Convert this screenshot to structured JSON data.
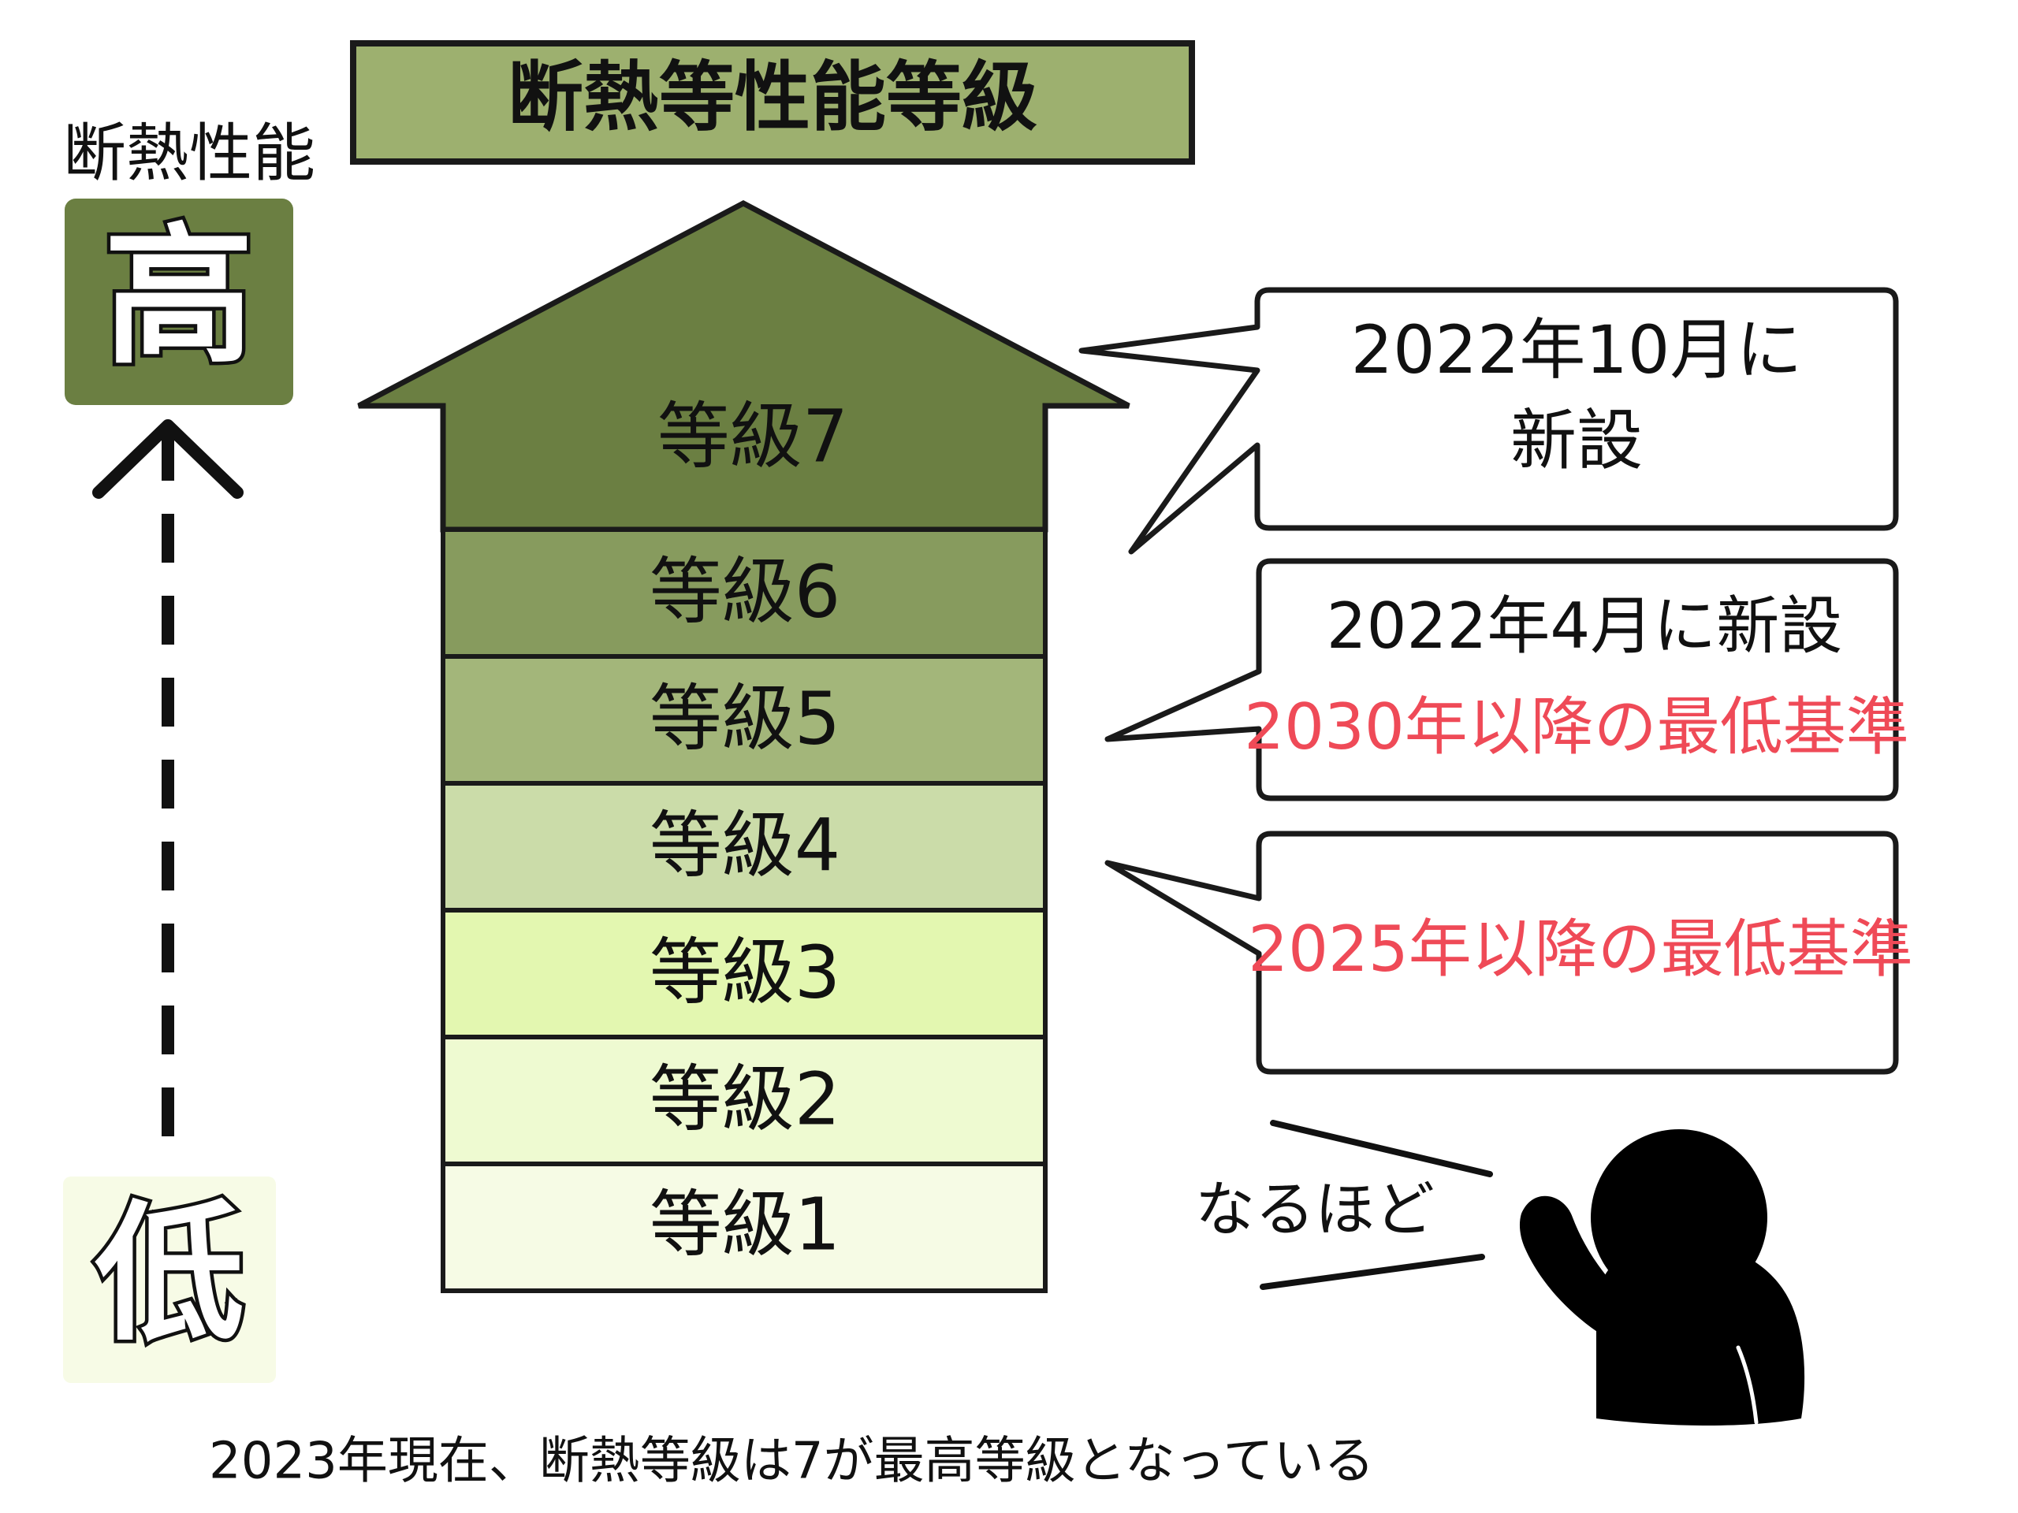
{
  "title": "断熱等性能等級",
  "axis": {
    "label": "断熱性能",
    "high": "高",
    "low": "低"
  },
  "grades": [
    {
      "label": "等級7",
      "color": "#6b7f42"
    },
    {
      "label": "等級6",
      "color": "#879b5e"
    },
    {
      "label": "等級5",
      "color": "#a3b67a"
    },
    {
      "label": "等級4",
      "color": "#cbdca9"
    },
    {
      "label": "等級3",
      "color": "#e3f7b0"
    },
    {
      "label": "等級2",
      "color": "#eefad1"
    },
    {
      "label": "等級1",
      "color": "#f6fbe5"
    }
  ],
  "callouts": {
    "grade7": {
      "line1": "2022年10月に",
      "line2": "新設"
    },
    "grade5": {
      "line1": "2022年4月に新設",
      "line2": "2030年以降の最低基準"
    },
    "grade4": {
      "line1": "2025年以降の最低基準"
    }
  },
  "speech": "なるほど",
  "footer": "2023年現在、断熱等級は7が最高等級となっている",
  "colors": {
    "title_bg": "#9db06f",
    "high_badge": "#6b7f42",
    "low_badge": "#f7fbe6",
    "emphasis_red": "#ef4a57",
    "outline": "#1a1a1a"
  }
}
